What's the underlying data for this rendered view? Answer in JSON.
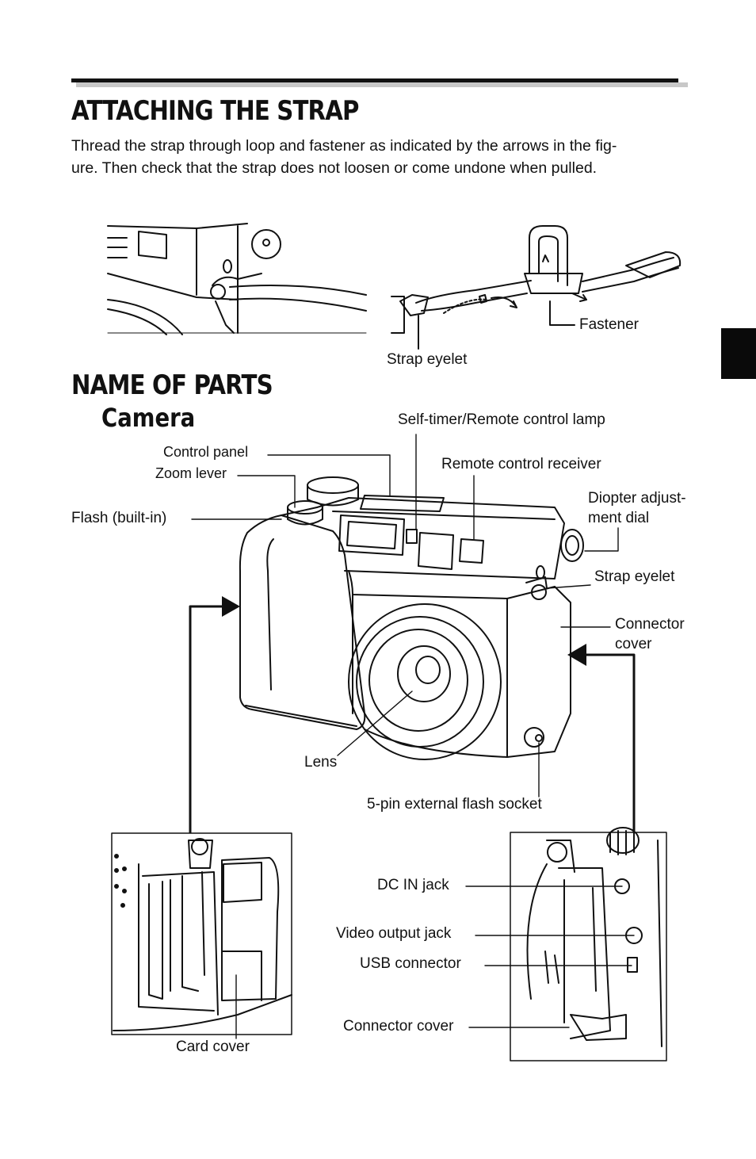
{
  "section1": {
    "title": "ATTACHING THE STRAP",
    "text": "Thread the strap through loop and fastener as indicated by the arrows in the fig-ure. Then check that the strap does not loosen or come undone when pulled.",
    "line1": "Thread the strap through loop and fastener as indicated by the arrows in the fig-",
    "line2": "ure. Then check that the strap does not loosen or come undone when pulled.",
    "labels": {
      "fastener": "Fastener",
      "strap_eyelet": "Strap eyelet"
    }
  },
  "section2": {
    "title": "NAME OF PARTS",
    "subtitle": "Camera",
    "labels": {
      "self_timer": "Self-timer/Remote control lamp",
      "control_panel": "Control panel",
      "remote_receiver": "Remote control receiver",
      "zoom_lever": "Zoom lever",
      "diopter_line1": "Diopter adjust-",
      "diopter_line2": "ment dial",
      "flash": "Flash (built-in)",
      "strap_eyelet": "Strap eyelet",
      "connector_cover_line1": "Connector",
      "connector_cover_line2": "cover",
      "lens": "Lens",
      "flash_socket": "5-pin external flash socket",
      "dc_in": "DC IN jack",
      "video_out": "Video output jack",
      "usb": "USB connector",
      "connector_cover": "Connector cover",
      "card_cover": "Card cover"
    }
  }
}
